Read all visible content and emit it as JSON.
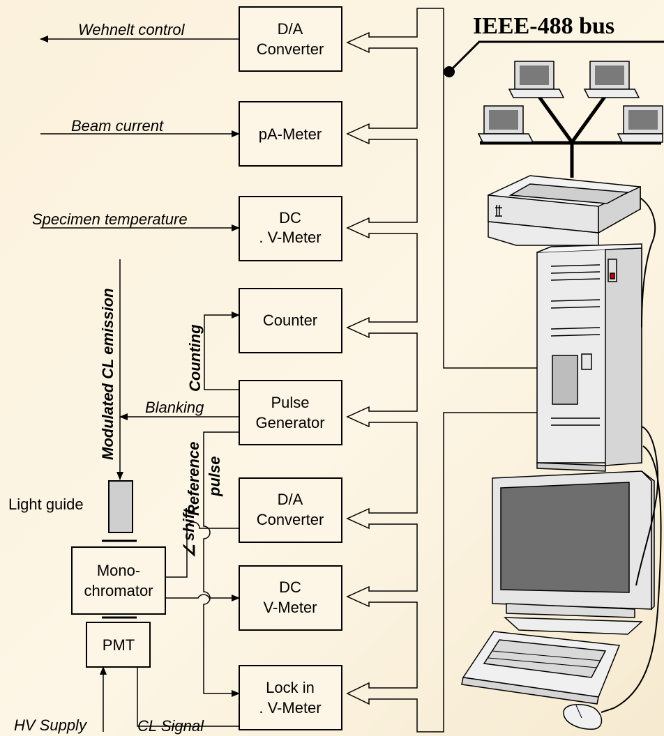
{
  "bus_label": "IEEE-488 bus",
  "instruments": {
    "da1": [
      "D/A",
      "Converter"
    ],
    "pam": [
      "pA-Meter"
    ],
    "dcv1": [
      "DC",
      ". V-Meter"
    ],
    "counter": [
      "Counter"
    ],
    "pulse": [
      "Pulse",
      "Generator"
    ],
    "da2": [
      "D/A",
      "Converter"
    ],
    "dcv2": [
      "DC",
      "V-Meter"
    ],
    "lockin": [
      "Lock in",
      ". V-Meter"
    ],
    "mono": [
      "Mono-",
      "chromator"
    ],
    "pmt": [
      "PMT"
    ]
  },
  "signals": {
    "wehnelt": "Wehnelt control",
    "beam": "Beam current",
    "temp": "Specimen temperature",
    "cl_emission": "Modulated CL emission",
    "counting": "Counting",
    "blanking": "Blanking",
    "reference": "Reference",
    "pulse": "pulse",
    "shift": "shift",
    "shift_symbol": "∠",
    "light_guide": "Light guide",
    "hv_supply": "HV Supply",
    "cl_signal": "CL Signal"
  },
  "colors": {
    "background": "#fbf1dc",
    "box_fill": "#fdf6e6",
    "monitor_screen": "#6e6e6e",
    "light_guide": "#cfcfcf",
    "led": "#cc0000"
  }
}
